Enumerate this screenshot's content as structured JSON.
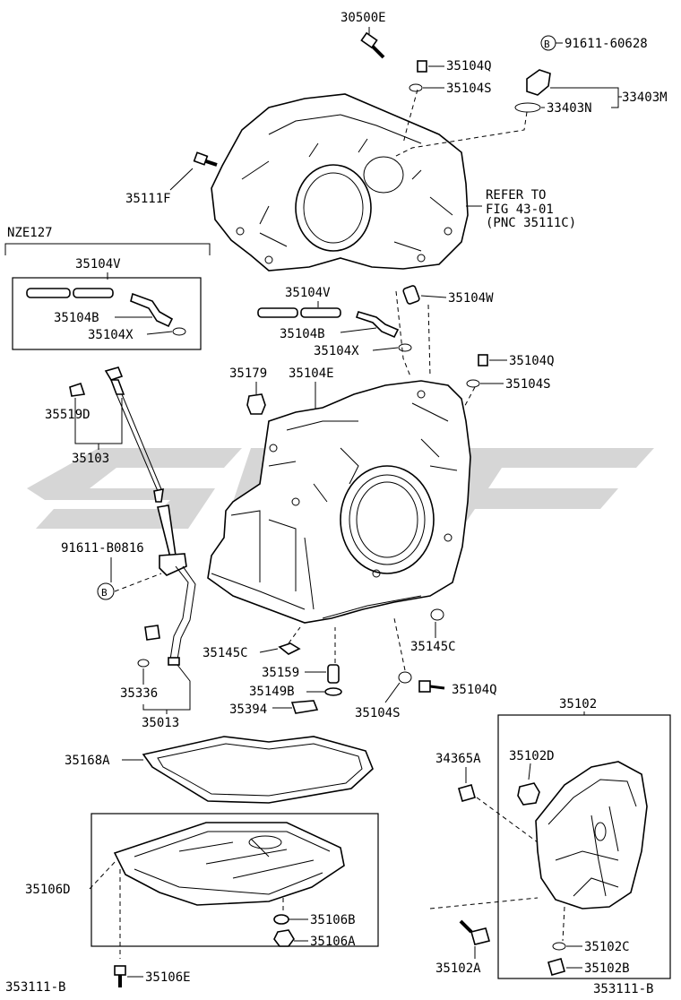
{
  "watermark": {
    "color": "#d6d6d6"
  },
  "group_labels": {
    "nze": "NZE127",
    "footer_left": "353111-B",
    "footer_right": "353111-B",
    "refer_line1": "REFER TO",
    "refer_line2": "FIG 43-01",
    "refer_line3": "(PNC 35111C)",
    "circle_b": "B"
  },
  "callouts": {
    "p30500E": "30500E",
    "p91611_60628": "91611-60628",
    "p35104Q_top": "35104Q",
    "p35104S_top": "35104S",
    "p33403M": "33403M",
    "p33403N": "33403N",
    "p35111F": "35111F",
    "p35104V_box": "35104V",
    "p35104B_box": "35104B",
    "p35104X_box": "35104X",
    "p35104V_mid": "35104V",
    "p35104B_mid": "35104B",
    "p35104X_mid": "35104X",
    "p35104W": "35104W",
    "p35104Q_mid": "35104Q",
    "p35104S_mid": "35104S",
    "p35179": "35179",
    "p35104E": "35104E",
    "p35519D": "35519D",
    "p35103": "35103",
    "p91611_B0816": "91611-B0816",
    "p35145C_left": "35145C",
    "p35145C_right": "35145C",
    "p35159": "35159",
    "p35149B": "35149B",
    "p35394": "35394",
    "p35104S_low": "35104S",
    "p35104Q_low": "35104Q",
    "p35336": "35336",
    "p35013": "35013",
    "p35102": "35102",
    "p35168A": "35168A",
    "p34365A": "34365A",
    "p35102D": "35102D",
    "p35106D": "35106D",
    "p35106B": "35106B",
    "p35106A": "35106A",
    "p35106E": "35106E",
    "p35102A": "35102A",
    "p35102C": "35102C",
    "p35102B": "35102B"
  }
}
